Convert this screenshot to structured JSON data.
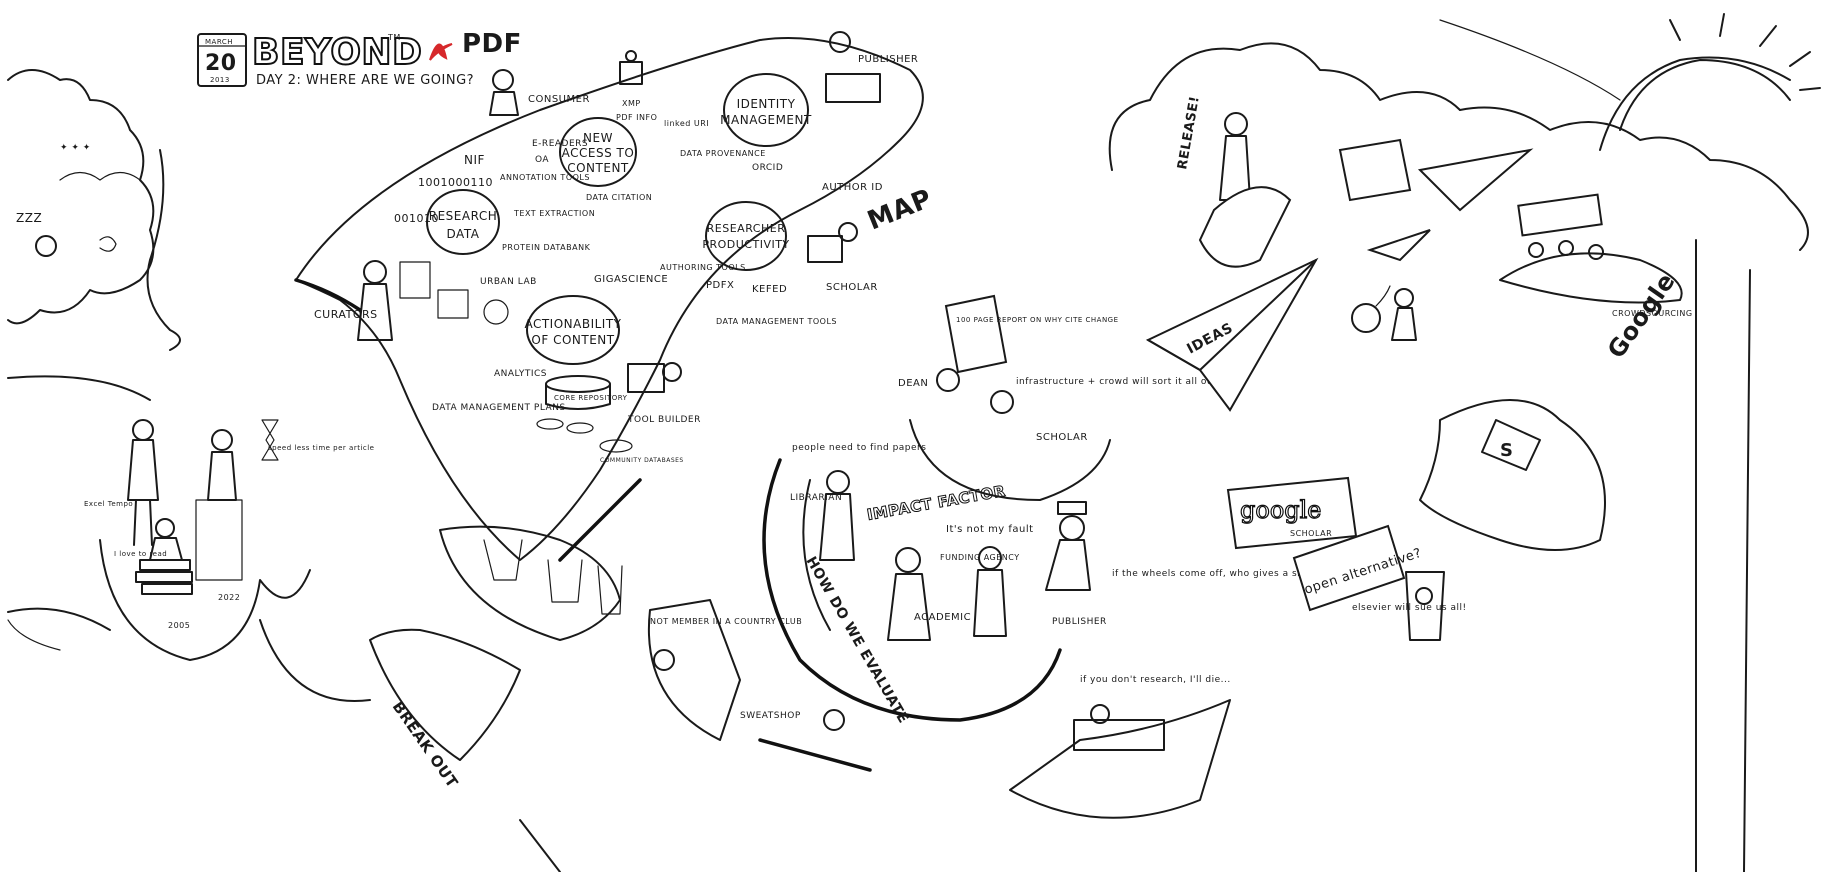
{
  "header": {
    "date_month": "MARCH",
    "date_day": "20",
    "date_year": "2013",
    "title": "BEYOND",
    "tm": "TM",
    "pdf": "PDF",
    "subtitle": "DAY 2: WHERE ARE WE GOING?"
  },
  "bubbles": {
    "new_access": [
      "NEW",
      "ACCESS TO",
      "CONTENT"
    ],
    "research_data": [
      "RESEARCH",
      "DATA"
    ],
    "identity": [
      "IDENTITY",
      "MANAGEMENT"
    ],
    "productivity": [
      "RESEARCHER",
      "PRODUCTIVITY"
    ],
    "actionability": [
      "ACTIONABILITY",
      "OF CONTENT"
    ]
  },
  "labels": {
    "consumer": "CONSUMER",
    "publisher": "PUBLISHER",
    "curators": "CURATORS",
    "scholar1": "SCHOLAR",
    "scholar2": "SCHOLAR",
    "librarian": "LIBRARIAN",
    "academic": "ACADEMIC",
    "funding": "FUNDING AGENCY",
    "dean": "DEAN",
    "publisher2": "PUBLISHER",
    "map": "MAP",
    "ideas": "IDEAS",
    "release": "RELEASE!",
    "break_out": "BREAK OUT",
    "how_we_evaluate": "HOW DO WE EVALUATE",
    "impact_factor": "IMPACT FACTOR",
    "nif": "NIF",
    "oa": "OA",
    "orcid": "ORCID",
    "pdfx": "PDFX",
    "kefed": "KEFED",
    "gigascience": "GIGASCIENCE",
    "urban_lab": "URBAN LAB",
    "analytics": "ANALYTICS",
    "author_id": "AUTHOR ID",
    "binary1": "1001000110",
    "binary2": "001010",
    "xmp": "XMP",
    "pdf_info": "PDF INFO",
    "linked_uri": "linked URI",
    "data_provenance": "DATA PROVENANCE",
    "data_citation": "DATA CITATION",
    "text_extraction": "TEXT EXTRACTION",
    "protein_databank": "PROTEIN DATABANK",
    "annotation_tools": "ANNOTATION TOOLS",
    "e_readers": "E-READERS",
    "authoring_tools": "AUTHORING TOOLS",
    "data_mgmt_tools": "DATA MANAGEMENT TOOLS",
    "data_mgmt_plans": "DATA MANAGEMENT PLANS",
    "core_repository": "CORE REPOSITORY",
    "tool_builder": "TOOL BUILDER",
    "community_databases": "COMMUNITY DATABASES",
    "hundred_page_report": "100 PAGE REPORT ON WHY CITE CHANGE",
    "infrastructure": "infrastructure + crowd will sort it all out",
    "find_papers": "people need to find papers",
    "not_my_fault": "It's not my fault",
    "who_gives": "if the wheels come off, who gives a shit?",
    "open_alternative": "open alternative?",
    "elsevier": "elsevier will sue us all!",
    "google": "google",
    "google_scholar_label": "SCHOLAR",
    "google2": "Google",
    "country_club": "NOT MEMBER IN A COUNTRY CLUB",
    "sweatshop": "SWEATSHOP",
    "if_you_dont": "if you don't research, I'll die...",
    "curation": "CROWDSOURCING",
    "year_2005": "2005",
    "year_2022": "2022",
    "speed_time": "speed less time per article",
    "i_love_to_read": "I love to read",
    "zzz": "ZZZ"
  }
}
